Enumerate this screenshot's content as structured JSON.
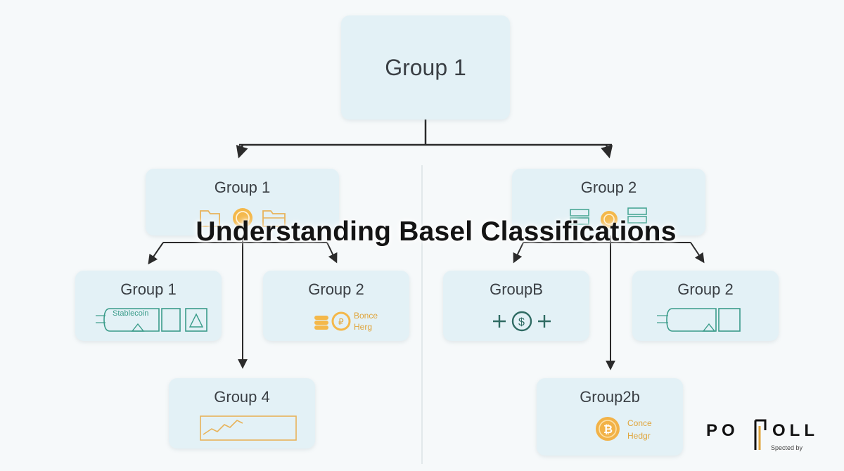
{
  "diagram": {
    "title": "Understanding Basel Classifications",
    "nodes": {
      "root": "Group 1",
      "group1": "Group 1",
      "group2": "Group 2",
      "group1_left": "Group 1",
      "group1_right": "Group 2",
      "group2_left": "GroupB",
      "group2_right": "Group 2",
      "group4": "Group 4",
      "group2b": "Group2b"
    },
    "icon_text": {
      "stablecoin": "Stablecoin",
      "bonce": "Bonce",
      "herg": "Herg",
      "conce": "Conce",
      "hedgr": "Hedgr"
    },
    "icons": [
      "folder-icon",
      "coin-icon",
      "server-icon",
      "stablecoin-card-icon",
      "warning-icon",
      "coin-stack-icon",
      "plus-icon",
      "dollar-coin-icon",
      "line-chart-icon",
      "bitcoin-icon"
    ],
    "colors": {
      "node_fill": "#e3f1f6",
      "teal": "#3a9c8a",
      "gold": "#e0a43a",
      "arrow": "#2b2b2b"
    }
  },
  "logo": {
    "letters_left": "PO",
    "letters_right": "OLL",
    "subtitle": "Spected by"
  }
}
